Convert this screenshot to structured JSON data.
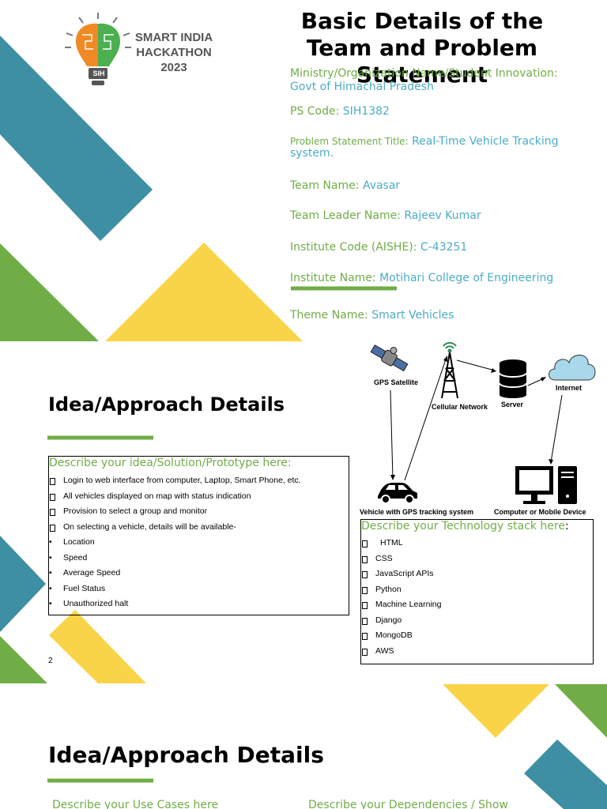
{
  "colors": {
    "green": "#70ad47",
    "teal": "#3e8fa3",
    "yellow": "#f9d448",
    "label_blue": "#4bacc6"
  },
  "slide1": {
    "logo": {
      "line1": "SMART INDIA",
      "line2": "HACKATHON",
      "line3": "2023",
      "mark": "SIH"
    },
    "title_line1": "Basic Details of the",
    "title_line2": "Team and Problem",
    "title_line3": "Statement",
    "fields": {
      "ministry_label": "Ministry/Organization Name/Student Innovation:",
      "ministry_value": "Govt of Himachal Pradesh",
      "ps_code_label": "PS Code:",
      "ps_code_value": "SIH1382",
      "problem_label": "Problem Statement Title:",
      "problem_value": "Real-Time Vehicle Tracking system.",
      "team_name_label": "Team Name:",
      "team_name_value": "Avasar",
      "team_leader_label": "Team Leader Name:",
      "team_leader_value": "Rajeev Kumar",
      "institute_code_label": "Institute Code (AISHE):",
      "institute_code_value": "C-43251",
      "institute_name_label": "Institute Name:",
      "institute_name_value": "Motihari College of Engineering",
      "theme_label": "Theme Name:",
      "theme_value": "Smart Vehicles"
    }
  },
  "slide2": {
    "heading": "Idea/Approach Details",
    "idea_box": {
      "heading": "Describe your idea/Solution/Prototype here:",
      "items": [
        {
          "bullet": "square",
          "text": "Login to web interface from computer, Laptop, Smart Phone, etc."
        },
        {
          "bullet": "square",
          "text": "All vehicles displayed on map with status indication"
        },
        {
          "bullet": "square",
          "text": "Provision to select a group and monitor"
        },
        {
          "bullet": "square",
          "text": "On selecting a vehicle, details will be available-"
        },
        {
          "bullet": "dot",
          "text": "Location"
        },
        {
          "bullet": "dot",
          "text": "Speed"
        },
        {
          "bullet": "dot",
          "text": "Average Speed"
        },
        {
          "bullet": "dot",
          "text": "Fuel Status"
        },
        {
          "bullet": "dot",
          "text": "Unauthorized halt"
        }
      ]
    },
    "page_number": "2",
    "diagram": {
      "gps_satellite": "GPS Satellite",
      "cellular_network": "Cellular Network",
      "server": "Server",
      "internet": "Internet",
      "vehicle": "Vehicle with GPS tracking system",
      "computer": "Computer or Mobile Device"
    },
    "tech_box": {
      "heading": "Describe your Technology stack here",
      "heading_colon": ":",
      "items": [
        "HTML",
        "CSS",
        "JavaScript APIs",
        "Python",
        "Machine Learning",
        "Django",
        "MongoDB",
        "AWS"
      ]
    }
  },
  "slide3": {
    "heading": "Idea/Approach Details",
    "use_cases": "Describe your Use Cases here",
    "dependencies": "Describe your Dependencies / Show"
  }
}
